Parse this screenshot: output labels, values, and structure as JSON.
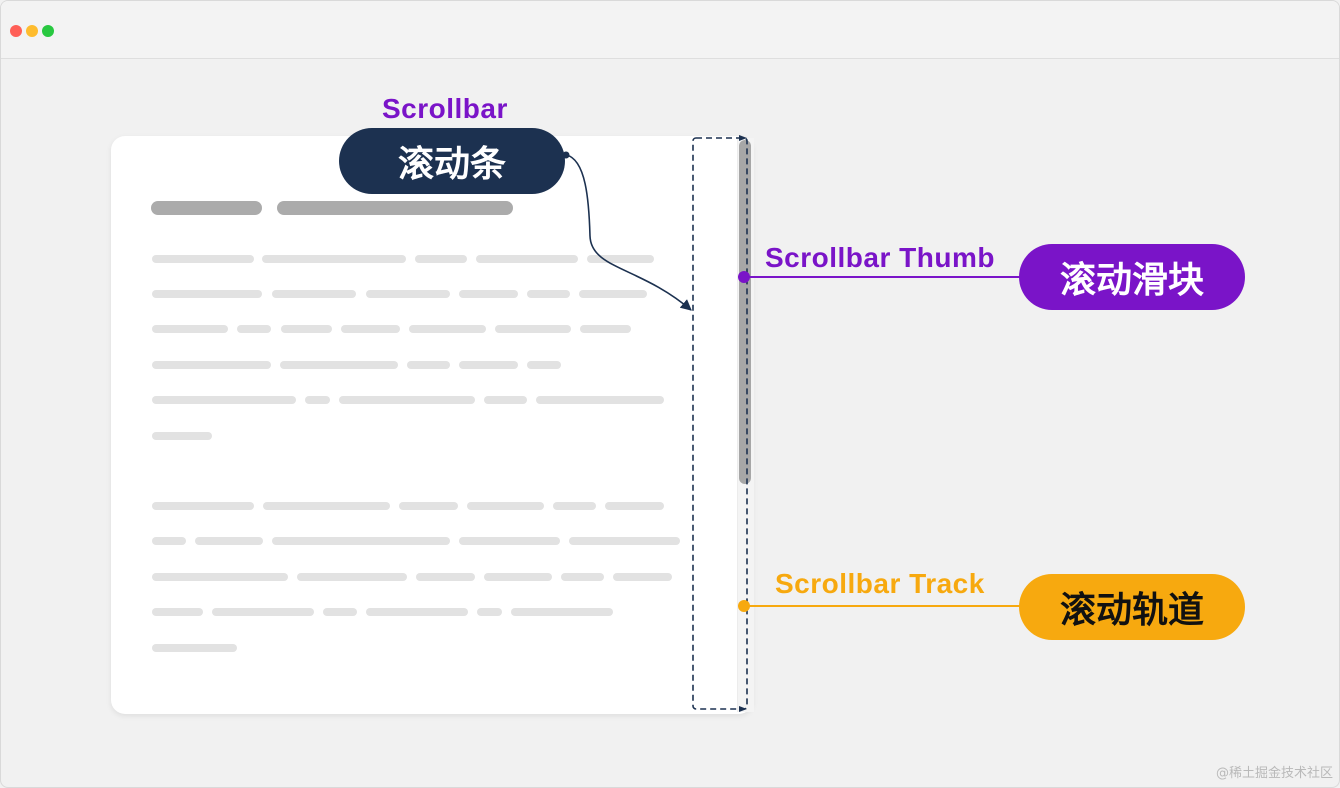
{
  "window": {
    "controls": [
      "close",
      "minimize",
      "maximize"
    ]
  },
  "colors": {
    "scrollbar": "#1c3150",
    "thumb": "#7a14c8",
    "track": "#f7a90f"
  },
  "labels": {
    "scrollbar": {
      "en": "Scrollbar",
      "zh": "滚动条"
    },
    "thumb": {
      "en": "Scrollbar Thumb",
      "zh": "滚动滑块"
    },
    "track": {
      "en": "Scrollbar Track",
      "zh": "滚动轨道"
    }
  },
  "watermark": "@稀土掘金技术社区"
}
